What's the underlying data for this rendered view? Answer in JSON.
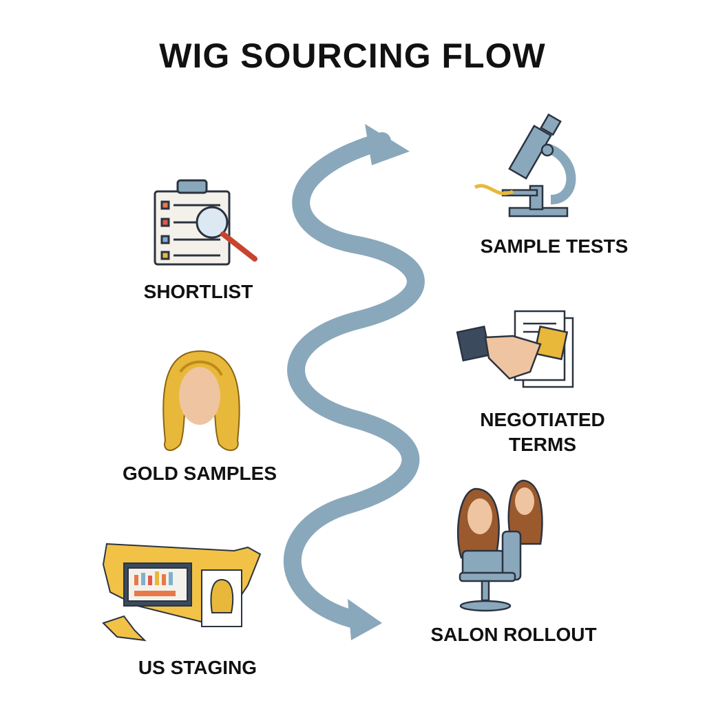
{
  "title": "WIG SOURCING FLOW",
  "steps": [
    {
      "label": "SHORTLIST",
      "icon": "clipboard-magnifier-icon"
    },
    {
      "label": "GOLD SAMPLES",
      "icon": "blonde-wig-icon"
    },
    {
      "label": "US STAGING",
      "icon": "us-map-warehouse-icon"
    },
    {
      "label": "SAMPLE TESTS",
      "icon": "microscope-icon"
    },
    {
      "label": "NEGOTIATED",
      "label2": "TERMS",
      "icon": "handshake-contract-icon"
    },
    {
      "label": "SALON ROLLOUT",
      "icon": "salon-chair-icon"
    }
  ],
  "colors": {
    "arrow": "#8aa8bc",
    "gold": "#e8b83a",
    "outline": "#2b3340"
  }
}
